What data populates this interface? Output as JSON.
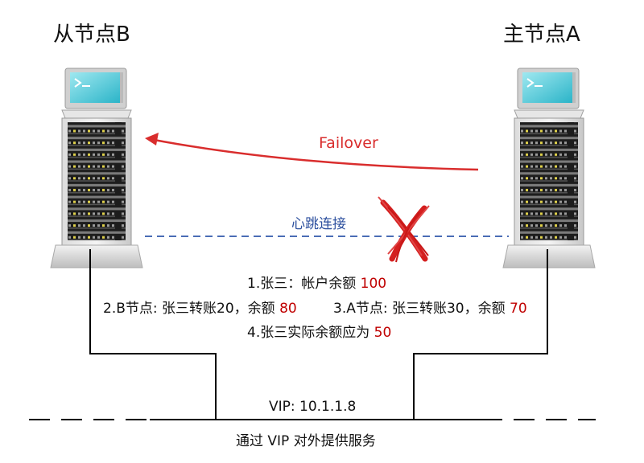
{
  "nodes": {
    "slave": {
      "title": "从节点B"
    },
    "master": {
      "title": "主节点A"
    }
  },
  "labels": {
    "failover": "Failover",
    "heartbeat": "心跳连接",
    "vip_address": "VIP: 10.1.1.8",
    "vip_service": "通过 VIP 对外提供服务"
  },
  "steps": {
    "step1": {
      "text": "1.张三：帐户余额 ",
      "value": "100"
    },
    "step2": {
      "text": "2.B节点: 张三转账20，余额 ",
      "value": "80"
    },
    "step3": {
      "text": "3.A节点: 张三转账30，余额 ",
      "value": "70"
    },
    "step4": {
      "text": "4.张三实际余额应为 ",
      "value": "50"
    }
  },
  "colors": {
    "failover_arrow": "#d92d2d",
    "heartbeat_line": "#4a6db5",
    "value_highlight": "#c00000",
    "cross_mark": "#d41f1f"
  }
}
